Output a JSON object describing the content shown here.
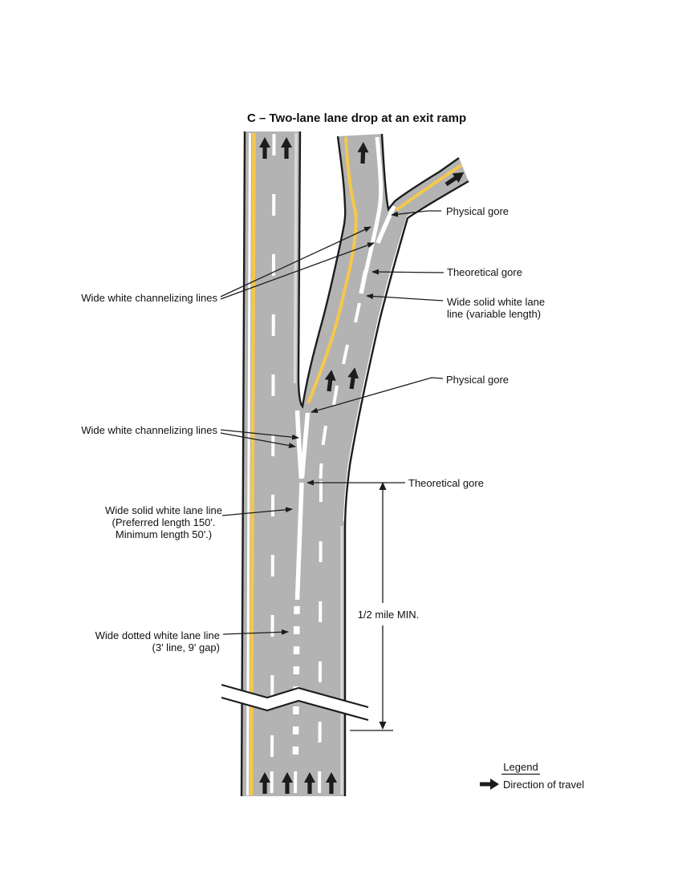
{
  "title": "C – Two-lane lane drop at an exit ramp",
  "colors": {
    "road_gray": "#b3b3b3",
    "edge_black": "#1c1c1c",
    "yellow_line": "#f6c84a",
    "white_line": "#ffffff",
    "pale_edge_line": "#d8d8d8",
    "text_color": "#111111",
    "background": "#ffffff"
  },
  "labels": {
    "physical_gore_upper": "Physical gore",
    "theoretical_gore_upper": "Theoretical gore",
    "wide_solid_variable": {
      "lines": [
        "Wide solid white lane",
        "line (variable length)"
      ]
    },
    "channelizing_upper": "Wide white channelizing lines",
    "physical_gore_lower": "Physical gore",
    "channelizing_lower": "Wide white channelizing lines",
    "theoretical_gore_lower": "Theoretical gore",
    "wide_solid_mainline": {
      "lines": [
        "Wide solid white lane line",
        "(Preferred length 150'.",
        "Minimum length 50'.)"
      ]
    },
    "wide_dotted": {
      "lines": [
        "Wide dotted white lane line",
        "(3' line, 9' gap)"
      ]
    },
    "dimension_min": "1/2 mile MIN."
  },
  "legend": {
    "title": "Legend",
    "items": [
      {
        "icon": "direction-arrow-icon",
        "label": "Direction of travel"
      }
    ]
  }
}
